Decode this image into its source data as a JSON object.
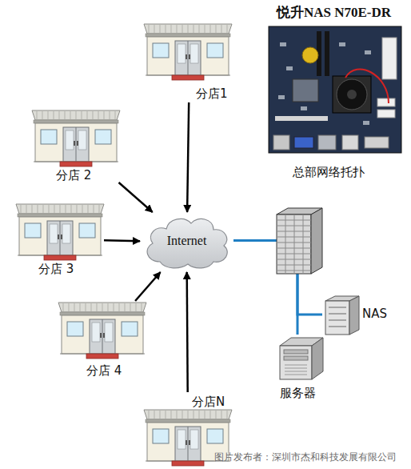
{
  "diagram": {
    "title": "悦升NAS N70E-DR",
    "nodes": [
      {
        "text": [
          "分店1"
        ]
      },
      {
        "text": [
          "分店 2"
        ]
      },
      {
        "text": [
          "分店 3"
        ]
      },
      {
        "text": [
          "Internet"
        ]
      },
      {
        "text": [
          "分店 4"
        ]
      },
      {
        "text": [
          "分店N"
        ]
      },
      {
        "text": [
          "NAS"
        ]
      },
      {
        "text": [
          "服务器"
        ]
      }
    ],
    "edges": [
      {
        "from": 0,
        "to": 3,
        "arrow": "to"
      },
      {
        "from": 1,
        "to": 3,
        "arrow": "to"
      },
      {
        "from": 2,
        "to": 3,
        "arrow": "to"
      },
      {
        "from": 4,
        "to": 3,
        "arrow": "to"
      },
      {
        "from": 5,
        "to": 3,
        "arrow": "to"
      },
      {
        "from": 3,
        "to": 6,
        "arrow": "none"
      },
      {
        "from": 3,
        "to": 7,
        "arrow": "none"
      }
    ],
    "labels": [
      "总部网络托扑",
      "图片发布者：深圳市杰和科技发展有限公司"
    ]
  }
}
